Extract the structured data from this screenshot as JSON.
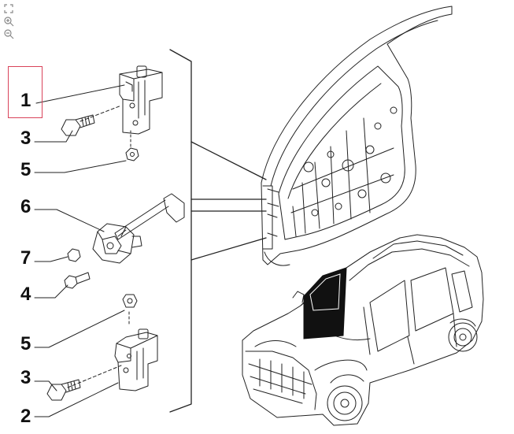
{
  "viewer": {
    "tools": [
      {
        "name": "fit-icon"
      },
      {
        "name": "zoom-in-icon"
      },
      {
        "name": "zoom-out-icon"
      }
    ]
  },
  "callouts": [
    {
      "id": "c1",
      "label": "1",
      "selected": true
    },
    {
      "id": "c3a",
      "label": "3",
      "selected": false
    },
    {
      "id": "c5a",
      "label": "5",
      "selected": false
    },
    {
      "id": "c6",
      "label": "6",
      "selected": false
    },
    {
      "id": "c7",
      "label": "7",
      "selected": false
    },
    {
      "id": "c4",
      "label": "4",
      "selected": false
    },
    {
      "id": "c5b",
      "label": "5",
      "selected": false
    },
    {
      "id": "c3b",
      "label": "3",
      "selected": false
    },
    {
      "id": "c2",
      "label": "2",
      "selected": false
    }
  ],
  "colors": {
    "selection": "#d9435a",
    "line": "#222222",
    "panel": "#111111"
  }
}
